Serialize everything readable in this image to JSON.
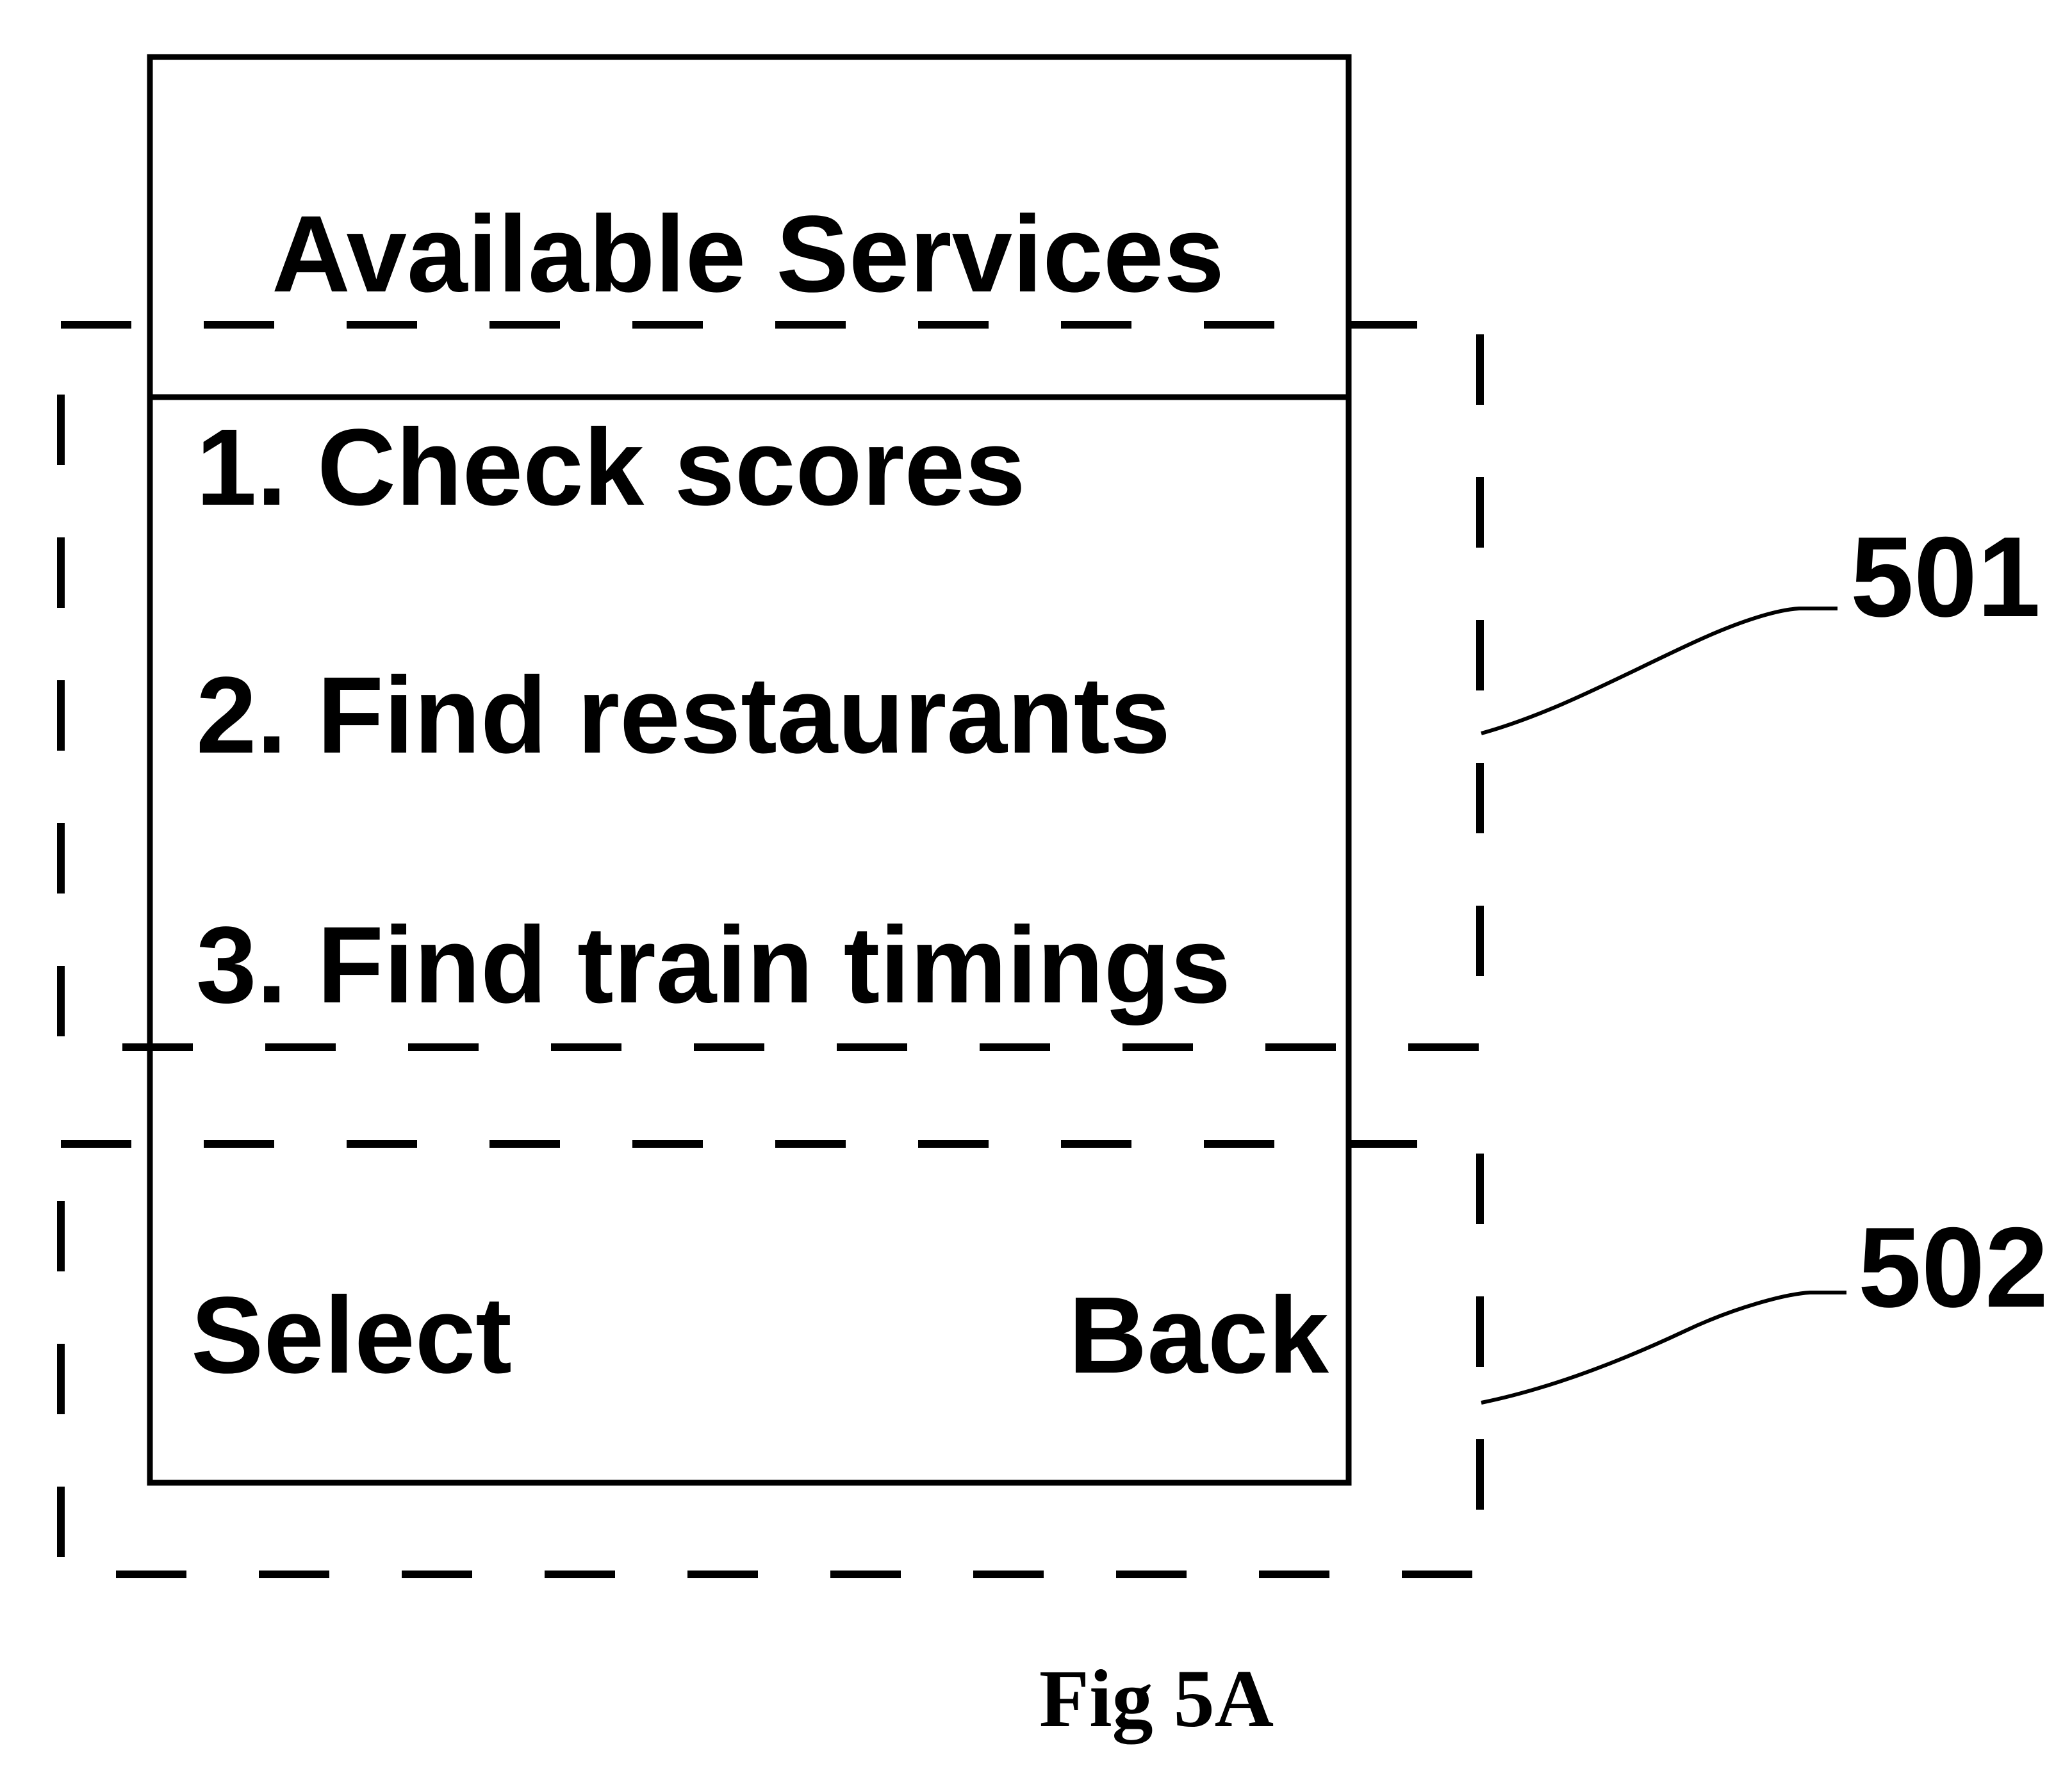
{
  "colors": {
    "ink": "#000000",
    "paper": "#ffffff"
  },
  "screen": {
    "title": "Available Services",
    "menu_items": [
      {
        "text": "1. Check scores"
      },
      {
        "text": "2. Find restaurants"
      },
      {
        "text": "3. Find train timings"
      }
    ],
    "softkeys": {
      "left_label": "Select",
      "right_label": "Back"
    }
  },
  "callouts": {
    "menu_region_ref": "501",
    "softkey_region_ref": "502"
  },
  "figure": {
    "caption": "Fig 5A"
  }
}
